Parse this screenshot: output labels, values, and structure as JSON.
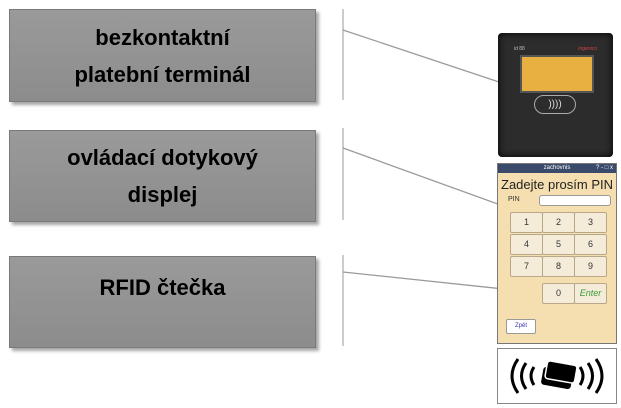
{
  "labels": {
    "terminal": {
      "line1": "bezkontaktní",
      "line2": "platební terminál"
    },
    "display": {
      "line1": "ovládací dotykový",
      "line2": "displej"
    },
    "rfid": {
      "line1": "RFID čtečka"
    }
  },
  "terminal_image": {
    "brand_left": "id 88",
    "brand_right": "Ingenico",
    "nfc_symbol": "))))"
  },
  "display_image": {
    "window_title": "zachovnis",
    "window_controls": "? - □ x",
    "heading": "Zadejte prosím PIN",
    "pin_label": "PIN",
    "keys": [
      "1",
      "2",
      "3",
      "4",
      "5",
      "6",
      "7",
      "8",
      "9",
      "0",
      "Enter"
    ],
    "back_button": "Zpět"
  },
  "rfid_image": {
    "icon": "contactless-card-icon"
  },
  "colors": {
    "label_box": "#8c8c8c",
    "connector": "#999999",
    "display_bg": "#f5deb0",
    "terminal_screen": "#e8b040"
  }
}
